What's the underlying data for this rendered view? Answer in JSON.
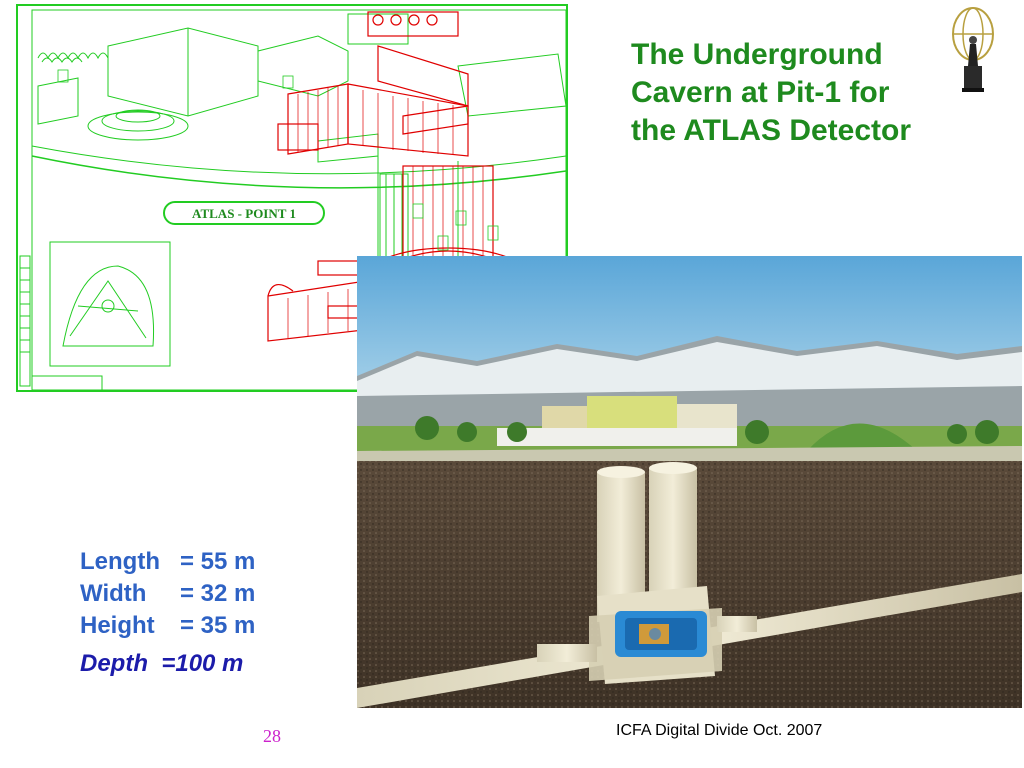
{
  "slide": {
    "title_lines": [
      "The Underground",
      "Cavern at Pit-1 for",
      "the ATLAS Detector"
    ],
    "blueprint_label": "ATLAS - POINT 1",
    "dimensions": [
      {
        "label": "Length",
        "value": "= 55 m"
      },
      {
        "label": "Width",
        "value": "= 32 m"
      },
      {
        "label": "Height",
        "value": "= 35 m"
      }
    ],
    "depth": "Depth  =100 m",
    "page_number": "28",
    "footer": "ICFA Digital Divide Oct. 2007"
  },
  "icons": {
    "logo": "atlas-figure-icon",
    "blueprint": "blueprint-drawing",
    "render": "cavern-render"
  },
  "colors": {
    "title": "#1e8a1e",
    "dimensions": "#2e62c4",
    "depth": "#1c1caa",
    "page_number": "#cc22cc",
    "blueprint_lines": "#22cc22",
    "blueprint_red": "#e00000"
  }
}
